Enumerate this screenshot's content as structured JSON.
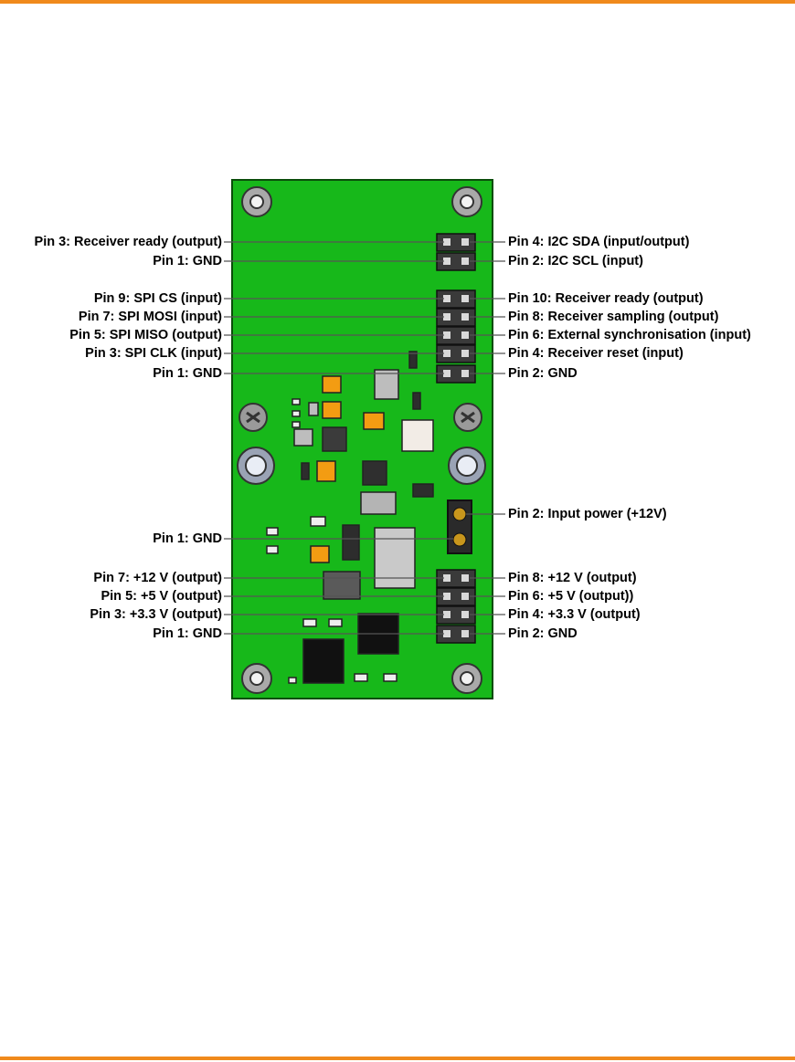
{
  "colors": {
    "accent_rule": "#f08a1c",
    "board_green": "#17b81a",
    "leader_line": "#555555"
  },
  "labels": {
    "left": [
      "Pin 3: Receiver ready (output)",
      "Pin 1: GND",
      "Pin 9: SPI CS (input)",
      "Pin 7: SPI MOSI (input)",
      "Pin 5: SPI MISO (output)",
      "Pin 3: SPI CLK (input)",
      "Pin 1: GND",
      "Pin 1: GND",
      "Pin 7: +12 V (output)",
      "Pin 5: +5 V (output)",
      "Pin 3: +3.3 V (output)",
      "Pin 1: GND"
    ],
    "right": [
      "Pin 4: I2C SDA (input/output)",
      "Pin 2: I2C SCL (input)",
      "Pin 10: Receiver ready (output)",
      "Pin 8: Receiver sampling (output)",
      "Pin 6: External synchronisation (input)",
      "Pin 4: Receiver reset (input)",
      "Pin 2: GND",
      "Pin 2: Input power (+12V)",
      "Pin 8: +12 V (output)",
      "Pin 6: +5 V (output))",
      "Pin 4: +3.3 V (output)",
      "Pin 2: GND"
    ]
  }
}
